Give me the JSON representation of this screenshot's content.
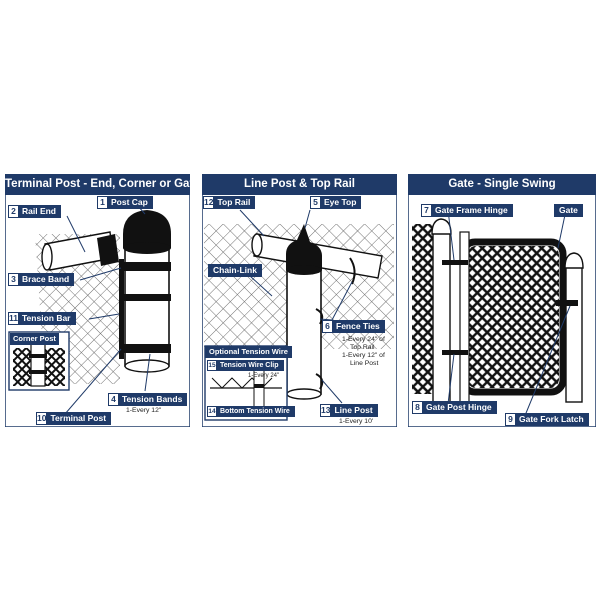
{
  "panels": [
    {
      "title": "Terminal Post - End, Corner or Gate"
    },
    {
      "title": "Line Post & Top Rail"
    },
    {
      "title": "Gate - Single Swing"
    }
  ],
  "labels": {
    "post_cap": {
      "num": "1",
      "text": "Post Cap"
    },
    "rail_end": {
      "num": "2",
      "text": "Rail End"
    },
    "brace_band": {
      "num": "3",
      "text": "Brace Band"
    },
    "tension_bar": {
      "num": "11",
      "text": "Tension Bar"
    },
    "corner_post": {
      "text": "Corner Post"
    },
    "tension_bands": {
      "num": "4",
      "text": "Tension Bands"
    },
    "terminal_post": {
      "num": "10",
      "text": "Terminal Post"
    },
    "top_rail": {
      "num": "12",
      "text": "Top Rail"
    },
    "eye_top": {
      "num": "5",
      "text": "Eye Top"
    },
    "chain_link": {
      "text": "Chain-Link"
    },
    "fence_ties": {
      "num": "6",
      "text": "Fence Ties"
    },
    "optional_tension_wire": {
      "text": "Optional Tension Wire"
    },
    "tension_wire_clip": {
      "num": "15",
      "text": "Tension Wire Clip"
    },
    "bottom_tension_wire": {
      "num": "14",
      "text": "Bottom Tension Wire"
    },
    "line_post": {
      "num": "13",
      "text": "Line Post"
    },
    "gate_frame_hinge": {
      "num": "7",
      "text": "Gate Frame Hinge"
    },
    "gate": {
      "text": "Gate"
    },
    "gate_post_hinge": {
      "num": "8",
      "text": "Gate Post Hinge"
    },
    "gate_fork_latch": {
      "num": "9",
      "text": "Gate Fork Latch"
    }
  },
  "notes": {
    "tension_bands": "1-Every 12\"",
    "fence_ties_1": "1-Every 24\" of",
    "fence_ties_2": "Top Rail",
    "fence_ties_3": "1-Every 12\" of",
    "fence_ties_4": "Line Post",
    "tension_wire_clip": "1-Every 24\"",
    "line_post": "1-Every 10'"
  },
  "colors": {
    "header": "#1f3a68",
    "frame": "#1f3a68",
    "line": "#222222"
  }
}
